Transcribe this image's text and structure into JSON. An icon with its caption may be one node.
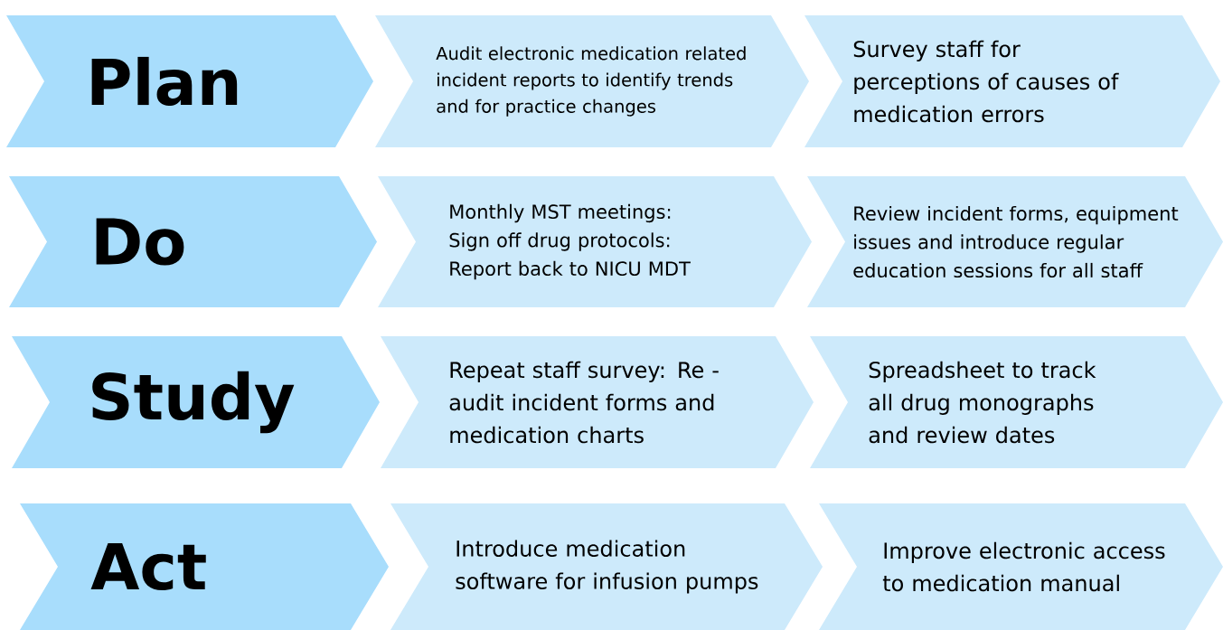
{
  "diagram": {
    "nodes": [
      {
        "text": [
          "Plan"
        ]
      },
      {
        "text": [
          "Audit electronic medication related incident reports to identify trends and for practice changes"
        ]
      },
      {
        "text": [
          "Survey staff for perceptions of causes of medication errors"
        ]
      },
      {
        "text": [
          "Do"
        ]
      },
      {
        "text": [
          "Monthly MST meetings: Sign off drug protocols: Report back to NICU MDT"
        ]
      },
      {
        "text": [
          "Review incident forms, equipment issues and introduce regular education sessions for all staff"
        ]
      },
      {
        "text": [
          "Study"
        ]
      },
      {
        "text": [
          "Repeat staff survey: Re -audit incident forms and medication charts"
        ]
      },
      {
        "text": [
          "Spreadsheet to track all drug monographs and review dates"
        ]
      },
      {
        "text": [
          "Act"
        ]
      },
      {
        "text": [
          "Introduce medication software for infusion pumps"
        ]
      },
      {
        "text": [
          "Improve electronic access to medication manual"
        ]
      }
    ]
  }
}
